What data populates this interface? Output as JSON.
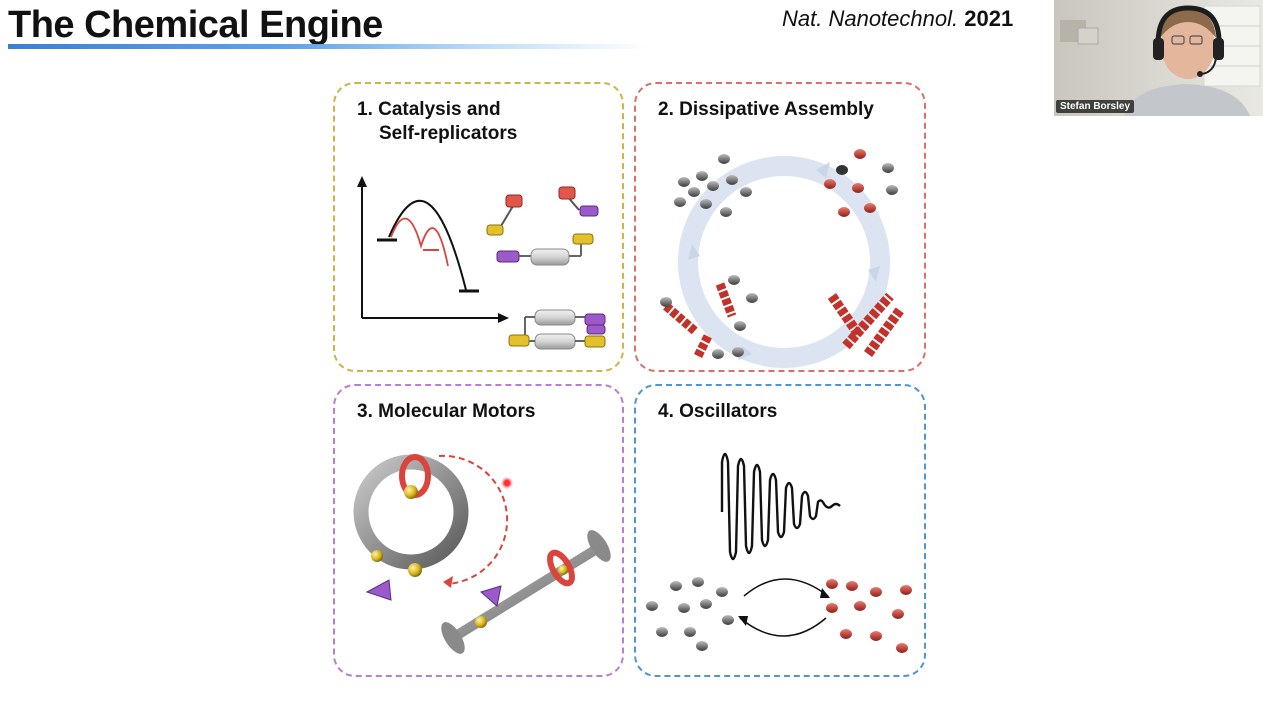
{
  "slide": {
    "title": "The Chemical Engine",
    "citation_journal": "Nat. Nanotechnol.",
    "citation_year": "2021"
  },
  "webcam": {
    "participant_name": "Stefan Borsley"
  },
  "panels": [
    {
      "title_line1": "1. Catalysis and",
      "title_line2": "Self-replicators",
      "border_color": "#c9b548"
    },
    {
      "title": "2. Dissipative Assembly",
      "border_color": "#d9716a"
    },
    {
      "title": "3. Molecular Motors",
      "border_color": "#b97dd6"
    },
    {
      "title": "4. Oscillators",
      "border_color": "#4f95d6"
    }
  ],
  "colors": {
    "accent_red": "#d9453c",
    "accent_yellow": "#e2c12c",
    "accent_purple": "#9b59c9",
    "title_underline": "#3a7fd6"
  }
}
